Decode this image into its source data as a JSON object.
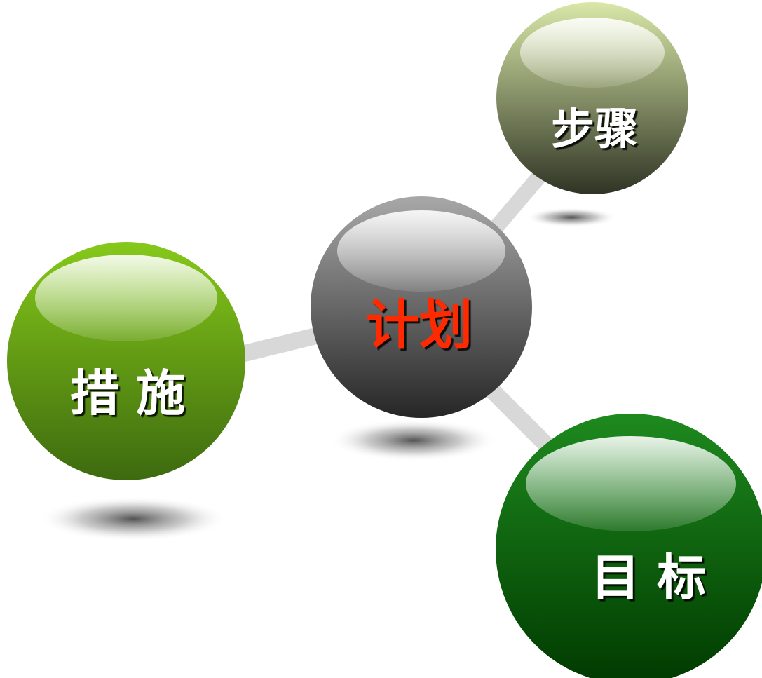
{
  "diagram": {
    "center": {
      "label": "计划",
      "label_color": "#ff2a00",
      "sphere_top": "#a8a8a8",
      "sphere_bottom": "#262626"
    },
    "nodes": [
      {
        "label": "步骤",
        "sphere_top": "#d9e8a8",
        "sphere_bottom": "#2f3424"
      },
      {
        "label": "措 施",
        "sphere_top": "#86c91a",
        "sphere_bottom": "#3d6a0f"
      },
      {
        "label": "目 标",
        "sphere_top": "#1e8a1e",
        "sphere_bottom": "#003a00"
      }
    ],
    "label_color": "#ffffff",
    "connector_color": "#d8d8d8"
  }
}
